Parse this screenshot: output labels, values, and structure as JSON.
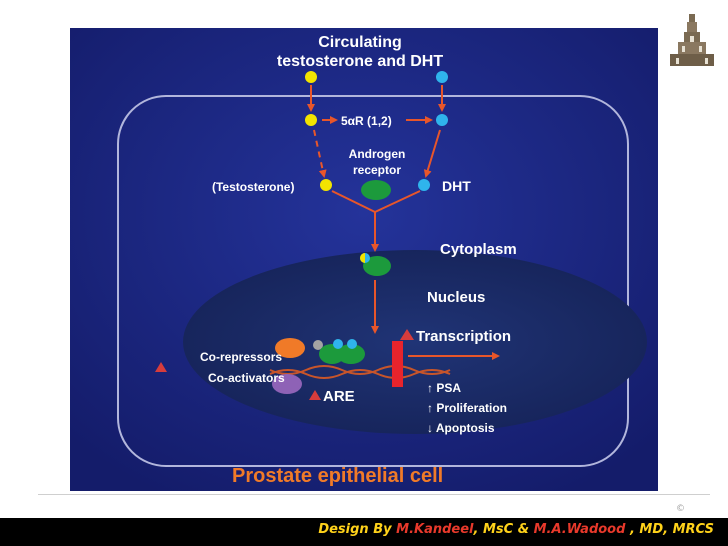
{
  "diagram": {
    "title": "Prostate epithelial cell",
    "labels": {
      "circulating_line1": "Circulating",
      "circulating_line2": "testosterone and DHT",
      "enzyme": "5αR (1,2)",
      "androgen_receptor_line1": "Androgen",
      "androgen_receptor_line2": "receptor",
      "testosterone": "(Testosterone)",
      "dht": "DHT",
      "cytoplasm": "Cytoplasm",
      "nucleus": "Nucleus",
      "transcription": "Transcription",
      "co_repressors": "Co-repressors",
      "co_activators": "Co-activators",
      "are": "ARE",
      "psa": "↑ PSA",
      "proliferation": "↑ Proliferation",
      "apoptosis": "↓ Apoptosis"
    },
    "colors": {
      "background": "#1c2a8c",
      "cell_border": "#b2b6dc",
      "nucleus": "#1a2c6c",
      "testosterone": "#f2e400",
      "dht": "#2fb4ec",
      "receptor": "#1c9a3c",
      "arrow": "#e8562a",
      "co_repressor": "#f07a28",
      "co_activator": "#8e62b6",
      "are_marker": "#d63c3c",
      "gene_bar": "#e8242c"
    }
  },
  "footer": {
    "design_by": "Design By",
    "author1": "M.Kandeel",
    "degree1": ", MsC &",
    "author2": "M.A.Wadood",
    "degree2": " , MD, MRCS",
    "copyright": "©"
  },
  "logo": {
    "icon": "university-tower-logo"
  }
}
